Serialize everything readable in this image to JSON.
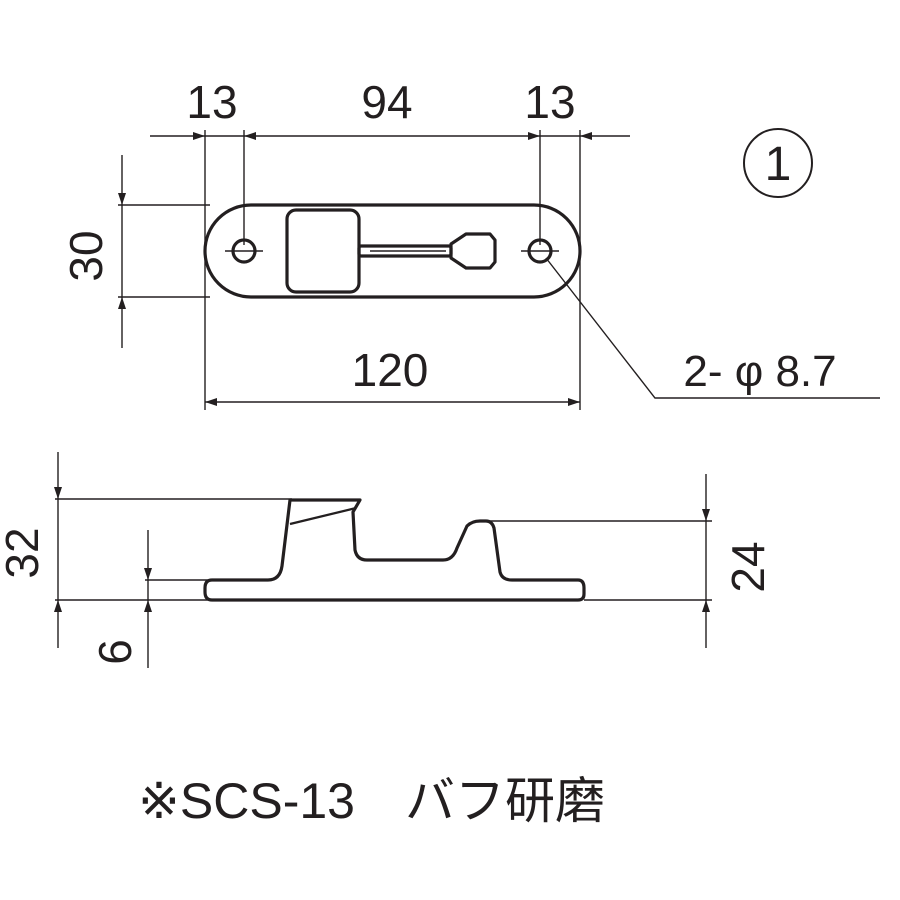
{
  "top_view": {
    "dim_left_margin": "13",
    "dim_center_spacing": "94",
    "dim_right_margin": "13",
    "dim_height": "30",
    "dim_overall_length": "120",
    "hole_callout": "2- φ 8.7"
  },
  "view_marker": "1",
  "side_view": {
    "dim_total_height": "32",
    "dim_step_height": "24",
    "dim_base_height": "6"
  },
  "note": "※SCS-13　バフ研磨"
}
